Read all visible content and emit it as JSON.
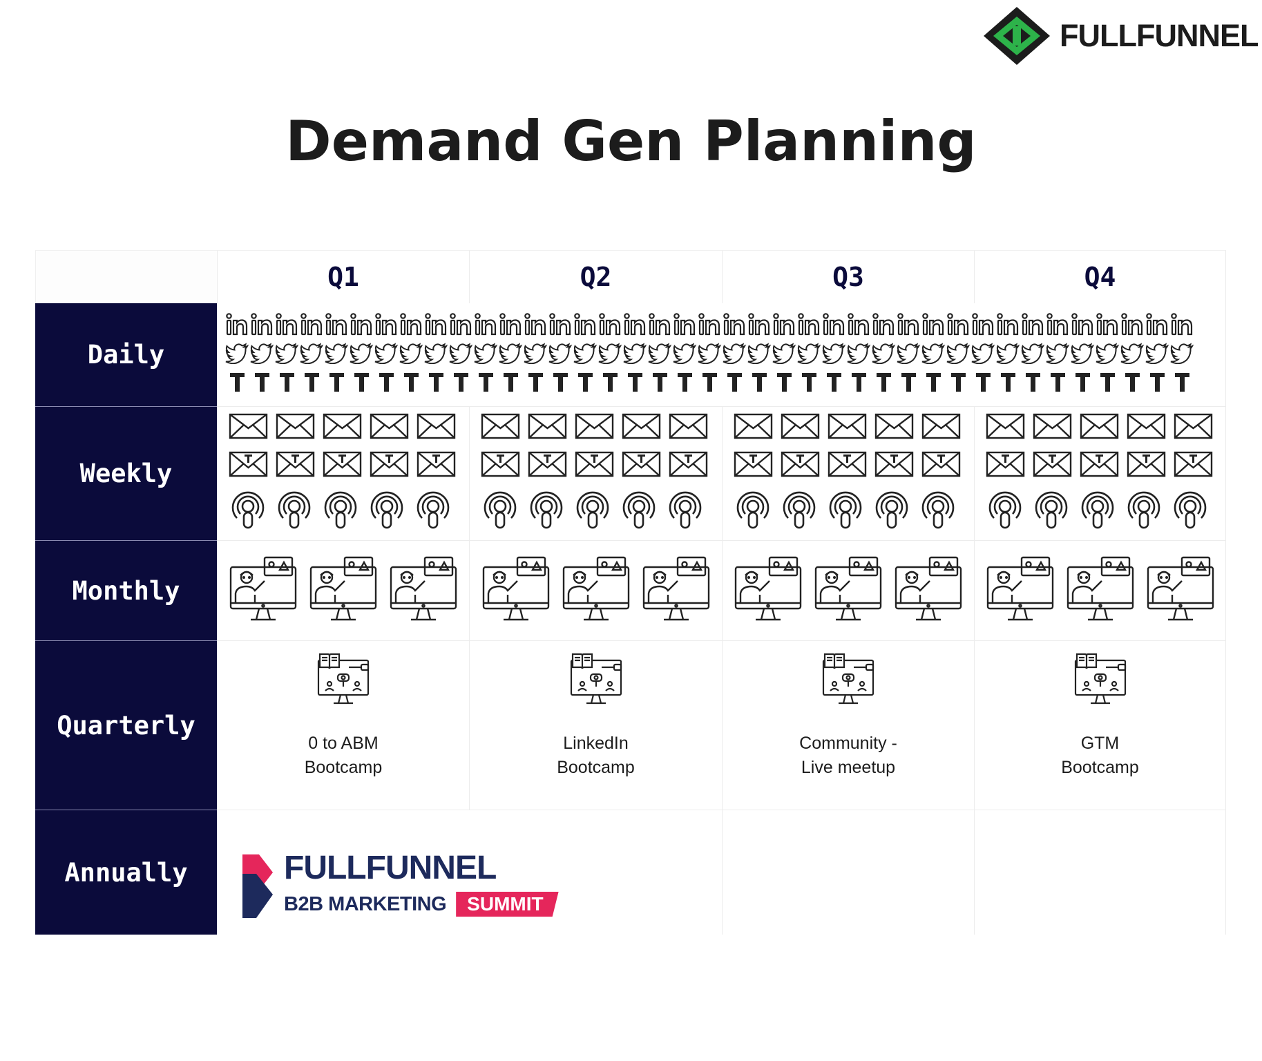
{
  "brand": {
    "name": "FULLFUNNEL",
    "icon": "fullfunnel-logo-icon",
    "colors": {
      "dark": "#1c1c1c",
      "green": "#2db34a"
    }
  },
  "title": "Demand Gen Planning",
  "quarters": [
    "Q1",
    "Q2",
    "Q3",
    "Q4"
  ],
  "rows": {
    "daily": {
      "label": "Daily",
      "icons": [
        "linkedin-icon",
        "twitter-icon",
        "tiktok-icon"
      ],
      "count_per_line": 39
    },
    "weekly": {
      "label": "Weekly",
      "icons": [
        "email-icon",
        "tiktok-email-icon",
        "podcast-icon"
      ],
      "count_per_quarter": 5
    },
    "monthly": {
      "label": "Monthly",
      "icons": [
        "webinar-icon"
      ],
      "count_per_quarter": 3
    },
    "quarterly": {
      "label": "Quarterly",
      "icon": "bootcamp-icon",
      "events": [
        "0 to ABM\nBootcamp",
        "LinkedIn\nBootcamp",
        "Community -\nLive meetup",
        "GTM\nBootcamp"
      ]
    },
    "annually": {
      "label": "Annually",
      "event": {
        "brand_first": "FULL",
        "brand_second": "FUNNEL",
        "subtitle": "B2B MARKETING",
        "badge": "SUMMIT",
        "colors": {
          "navy": "#1d2a5c",
          "pink": "#e5265b"
        }
      }
    }
  },
  "colors": {
    "row_label_bg": "#0b0b3b",
    "row_label_text": "#ffffff",
    "quarter_text": "#0b0b3b"
  }
}
